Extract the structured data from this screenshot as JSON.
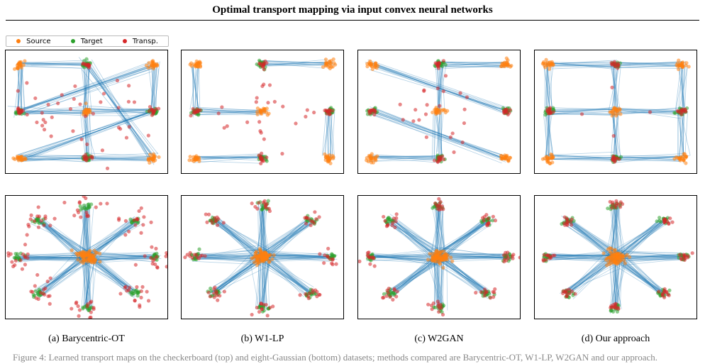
{
  "title": "Optimal transport mapping via input convex neural networks",
  "legend": {
    "items": [
      {
        "label": "Source",
        "color": "#ff7f0e"
      },
      {
        "label": "Target",
        "color": "#2ca02c"
      },
      {
        "label": "Transp.",
        "color": "#d62728"
      }
    ]
  },
  "colors": {
    "source": "#ff7f0e",
    "target": "#2ca02c",
    "transported": "#d62728",
    "lines": "#1f77b4"
  },
  "captions": [
    {
      "label": "(a)  Barycentric-OT"
    },
    {
      "label": "(b) W1-LP"
    },
    {
      "label": "(c) W2GAN"
    },
    {
      "label": "(d) Our approach"
    }
  ],
  "footer": {
    "text": "Figure 4: Learned transport maps on the checkerboard (top) and eight-Gaussian (bottom) datasets; methods compared are Barycentric-OT, W1-LP, W2GAN and our approach."
  },
  "chart_data": [
    {
      "type": "scatter",
      "method": "Barycentric-OT",
      "row": "checkerboard",
      "quality": "poor"
    },
    {
      "type": "scatter",
      "method": "W1-LP",
      "row": "checkerboard",
      "quality": "partial"
    },
    {
      "type": "scatter",
      "method": "W2GAN",
      "row": "checkerboard",
      "quality": "crossing"
    },
    {
      "type": "scatter",
      "method": "Our approach",
      "row": "checkerboard",
      "quality": "good"
    },
    {
      "type": "scatter",
      "method": "Barycentric-OT",
      "row": "eight-gaussians",
      "quality": "poor"
    },
    {
      "type": "scatter",
      "method": "W1-LP",
      "row": "eight-gaussians",
      "quality": "partial"
    },
    {
      "type": "scatter",
      "method": "W2GAN",
      "row": "eight-gaussians",
      "quality": "partial"
    },
    {
      "type": "scatter",
      "method": "Our approach",
      "row": "eight-gaussians",
      "quality": "good"
    }
  ]
}
